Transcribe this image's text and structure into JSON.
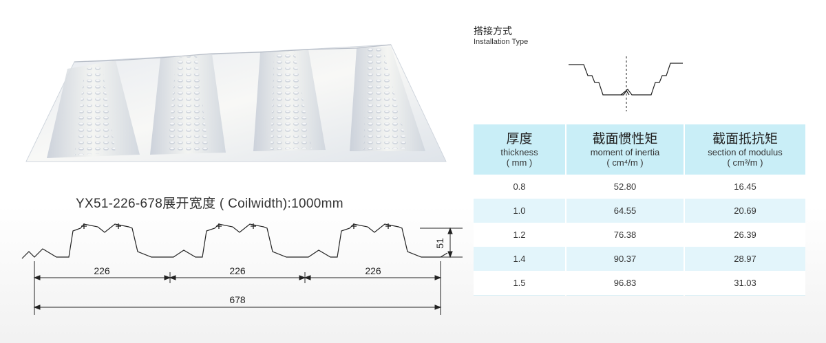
{
  "caption": "YX51-226-678展开宽度 ( Coilwidth):1000mm",
  "installation": {
    "title_cn": "搭接方式",
    "title_en": "Installation Type"
  },
  "dimensions": {
    "pitch_1": "226",
    "pitch_2": "226",
    "pitch_3": "226",
    "total": "678",
    "height": "51"
  },
  "table": {
    "headers": [
      {
        "cn": "厚度",
        "en": "thickness",
        "unit": "( mm )"
      },
      {
        "cn": "截面惯性矩",
        "en": "moment of inertia",
        "unit": "( cm⁴/m )"
      },
      {
        "cn": "截面抵抗矩",
        "en": "section of modulus",
        "unit": "( cm³/m )"
      }
    ],
    "rows": [
      [
        "0.8",
        "52.80",
        "16.45"
      ],
      [
        "1.0",
        "64.55",
        "20.69"
      ],
      [
        "1.2",
        "76.38",
        "26.39"
      ],
      [
        "1.4",
        "90.37",
        "28.97"
      ],
      [
        "1.5",
        "96.83",
        "31.03"
      ]
    ]
  },
  "colors": {
    "header_bg": "#c9eef7",
    "row_alt_bg": "#e3f5fb",
    "line": "#222222"
  }
}
